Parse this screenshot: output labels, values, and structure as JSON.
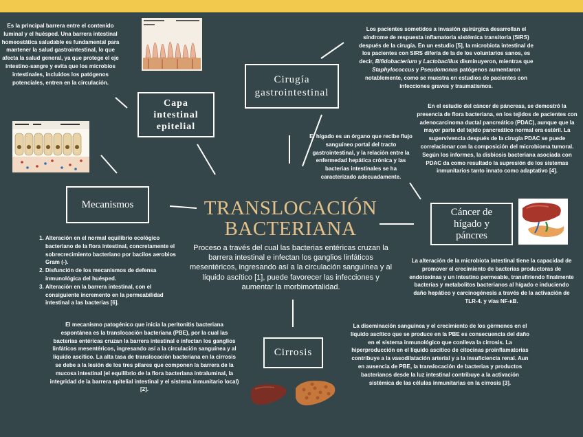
{
  "center": {
    "title_line1": "TRANSLOCACIÓN",
    "title_line2": "BACTERIANA",
    "definition": "Proceso a través del cual las bacterias entéricas cruzan la barrera intestinal e infectan los ganglios linfáticos mesentéricos, ingresando así a la circulación sanguínea y al líquido ascítico [1], puede favorecer las infecciones y aumentar la morbimortalidad."
  },
  "nodes": {
    "capa": {
      "line1": "Capa",
      "line2": "intestinal",
      "line3": "epitelial"
    },
    "cirugia": {
      "line1": "Cirugía",
      "line2": "gastrointestinal"
    },
    "mecanismos": {
      "label": "Mecanismos"
    },
    "cancer": {
      "line1": "Cáncer de",
      "line2": "hígado y",
      "line3": "páncres"
    },
    "cirrosis": {
      "label": "Cirrosis"
    }
  },
  "texts": {
    "capa": "Es la principal barrera entre el contenido luminal y el huésped. Una barrera intestinal homeostática saludable es fundamental para mantener la salud gastrointestinal, lo que afecta la salud general, ya que protege el eje intestino-sangre y evita que los microbios intestinales, incluidos los patógenos potenciales, entren en la circulación.",
    "cirugia": {
      "part1": "Los pacientes sometidos a invasión quirúrgica desarrollan el síndrome de respuesta inflamatoria sistémica transitoria (SIRS) después de la cirugía. En un estudio [5], la microbiota intestinal de los pacientes con SIRS difería de la de los voluntarios sanos, es decir, ",
      "organism1": "Bifidobacterium",
      "part2": " y ",
      "organism2": "Lactobacillus",
      "part3": " disminuyeron, mientras que ",
      "organism3": "Staphylococcus",
      "part4": " y ",
      "organism4": "Pseudomonas",
      "part5": " patógenos aumentaron notablemente, como se muestra en estudios de pacientes con infecciones graves y traumatismos."
    },
    "higado": "El hígado es un órgano que recibe flujo sanguíneo portal del tracto gastrointestinal, y la relación entre la enfermedad hepática crónica y las bacterias intestinales se ha caracterizado adecuadamente.",
    "cancer_pancreas": "En el estudio del cáncer de páncreas, se demostró la presencia de flora bacteriana, en los tejidos de pacientes con adenocarcinoma ductal pancreático (PDAC), aunque que la mayor parte del tejido pancreático normal era estéril. La supervivencia después de la cirugía PDAC se puede correlacionar con la composición del microbioma tumoral. Según los informes, la disbiosis bacteriana asociada con PDAC da como resultado la supresión de los sistemas inmunitarios tanto innato como adaptativo [4].",
    "cancer_microbiota": "La alteración de la microbiota intestinal tiene la capacidad de promover el crecimiento de bacterias productoras de endotoxinas y un intestino permeable, transfiriendo finalmente bacterias y metabolitos bacterianos al hígado e induciendo daño hepático y carcinogénesis a través de la activación de TLR-4. y vías NF-κB.",
    "mecanismos": [
      "Alteración en el normal equilibrio ecológico bacteriano de la flora intestinal, concretamente el sobrecrecimiento bacteriano por bacilos aerobios Gram (-).",
      "Disfunción de los mecanismos de defensa inmunológica del huésped.",
      "Alteración en la barrera intestinal, con el consiguiente incremento en la permeabilidad intestinal a las bacterias [6]."
    ],
    "peritonitis": "El mecanismo patogénico que inicia la peritonitis bacteriana espontánea es la translocación bacteriana (PBE), por la cual las bacterias entéricas cruzan la barrera intestinal e infectan los ganglios linfáticos mesentéricos, ingresando así a la circulación sanguínea y al líquido ascítico. La alta tasa de translocación bacteriana en la cirrosis se debe a la lesión de los tres pilares que componen la barrera de la mucosa intestinal (el equilibrio de la flora bacteriana intraluminal, la integridad de la barrera epitelial intestinal y el sistema inmunitario local) [2].",
    "cirrosis": "La diseminación sanguínea y el crecimiento de los gérmenes en el líquido ascítico que se produce en la PBE es consecuencia del daño en el sistema inmunológico que conlleva la cirrosis. La hiperproducción en el líquido ascítico de citocinas proinflamatorias contribuye a la vasodilatación arterial y a la insuficiencia renal. Aun en ausencia de PBE, la translocación de bacterias y productos bacterianos desde la luz intestinal contribuye a la activación sistémica de las células inmunitarias en la cirrosis [3]."
  },
  "colors": {
    "background": "#34464a",
    "accent_bar": "#f2c94c",
    "title": "#e6c28b",
    "text": "#ffffff"
  }
}
